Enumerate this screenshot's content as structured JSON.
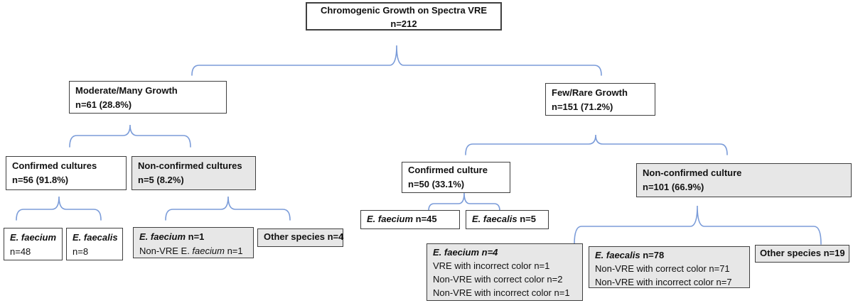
{
  "diagram": {
    "brace_color": "#7b9cd9",
    "box_border_color": "#3f3f3f",
    "gray_fill": "#e7e7e7",
    "nodes": {
      "root": {
        "line1": "Chromogenic Growth on Spectra VRE",
        "line2": "n=212"
      },
      "moderate": {
        "line1": "Moderate/Many Growth",
        "line2": "n=61 (28.8%)"
      },
      "few_rare": {
        "line1": "Few/Rare Growth",
        "line2": "n=151 (71.2%)"
      },
      "confirmed_left": {
        "line1": "Confirmed cultures",
        "line2": "n=56 (91.8%)"
      },
      "nonconfirmed_left": {
        "line1": "Non-confirmed cultures",
        "line2": "n=5 (8.2%)"
      },
      "efaecium_48": {
        "species": "E. faecium",
        "count": "n=48"
      },
      "efaecalis_8": {
        "species": "E. faecalis",
        "count": "n=8"
      },
      "efaecium_1": {
        "species": "E. faecium",
        "count": " n=1",
        "sub_prefix": "Non-VRE E. ",
        "sub_species": "faecium",
        "sub_count": " n=1"
      },
      "other_4": {
        "label": "Other species n=4"
      },
      "confirmed_right": {
        "line1": "Confirmed culture",
        "line2": "n=50 (33.1%)"
      },
      "nonconfirmed_right": {
        "line1": "Non-confirmed culture",
        "line2": "n=101 (66.9%)"
      },
      "efaecium_45": {
        "species": "E. faecium",
        "count": " n=45"
      },
      "efaecalis_5": {
        "species": "E. faecalis",
        "count": " n=5"
      },
      "efaecium_4": {
        "species": "E. faecium",
        "count": " n=4",
        "detail1": "VRE with incorrect color n=1",
        "detail2": "Non-VRE with correct color n=2",
        "detail3": "Non-VRE with incorrect color n=1"
      },
      "efaecalis_78": {
        "species": "E. faecalis",
        "count": " n=78",
        "detail1": "Non-VRE with correct color n=71",
        "detail2": "Non-VRE with incorrect color n=7"
      },
      "other_19": {
        "label": "Other species n=19"
      }
    }
  }
}
